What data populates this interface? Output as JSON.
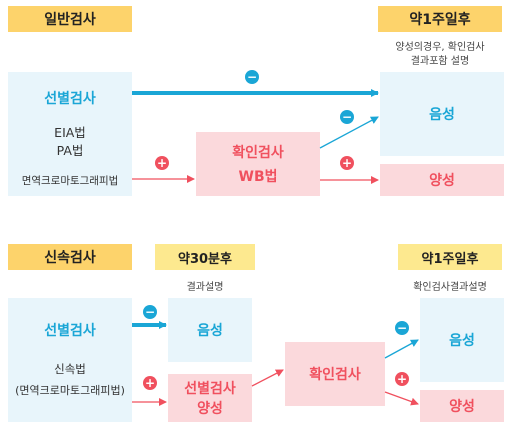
{
  "section1": {
    "header_left": "일반검사",
    "header_right": "약1주일후",
    "note_line1": "양성의경우, 확인검사",
    "note_line2": "결과포함 설명",
    "test_box": {
      "title": "선별검사",
      "lines": [
        "EIA법",
        "PA법"
      ],
      "method": "면역크로마토그래피법"
    },
    "confirm_box": {
      "title": "확인검사",
      "subtitle": "WB법"
    },
    "negative": "음성",
    "positive": "양성"
  },
  "section2": {
    "header_left": "신속검사",
    "header_mid": "약30분후",
    "header_right": "약1주일후",
    "note_mid": "결과설명",
    "note_right": "확인검사결과설명",
    "test_box": {
      "title": "선별검사",
      "method1": "신속법",
      "method2": "(면역크로마토그래피법)"
    },
    "negative_mid": "음성",
    "positive_mid_line1": "선별검사",
    "positive_mid_line2": "양성",
    "confirm": "확인검사",
    "negative": "음성",
    "positive": "양성"
  },
  "symbols": {
    "minus": "−",
    "plus": "+"
  },
  "colors": {
    "blue": "#1aa6d6",
    "red": "#f0505e",
    "light_blue": "#e8f5fb",
    "light_pink": "#fbd9dc",
    "yellow": "#fdd36b"
  }
}
